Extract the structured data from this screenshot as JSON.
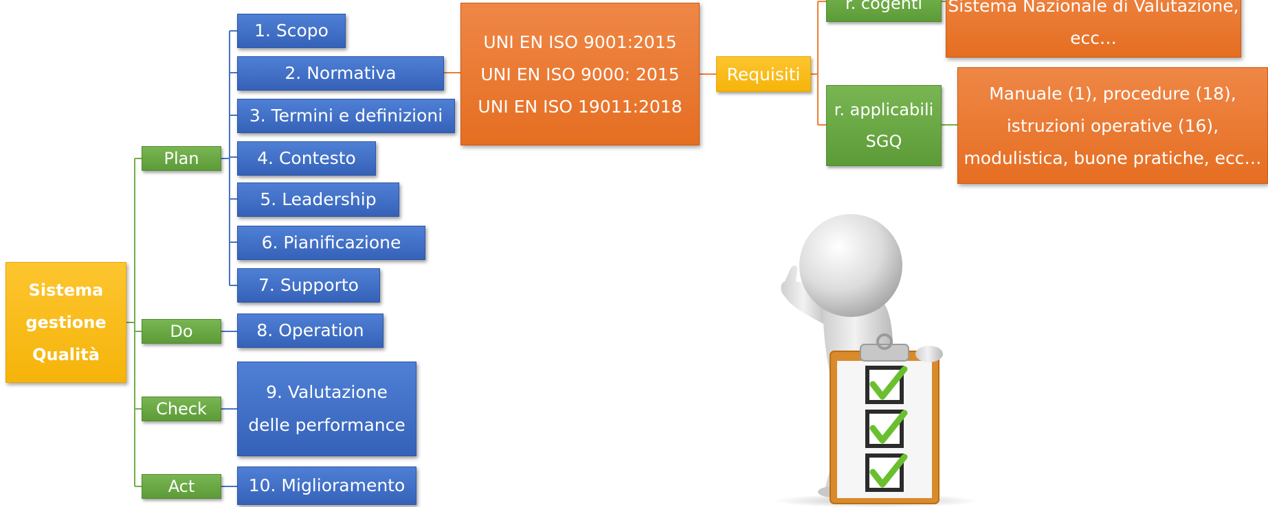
{
  "root": {
    "lines": [
      "Sistema",
      "gestione",
      "Qualità"
    ]
  },
  "phases": {
    "plan": "Plan",
    "do": "Do",
    "check": "Check",
    "act": "Act"
  },
  "clauses": {
    "c1": "1. Scopo",
    "c2": "2. Normativa",
    "c3": "3. Termini e definizioni",
    "c4": "4. Contesto",
    "c5": "5. Leadership",
    "c6": "6. Pianificazione",
    "c7": "7. Supporto",
    "c8": "8. Operation",
    "c9": [
      "9. Valutazione",
      "delle performance"
    ],
    "c10": "10. Miglioramento"
  },
  "standards": [
    "UNI EN ISO 9001:2015",
    "UNI EN ISO 9000: 2015",
    "UNI EN ISO 19011:2018"
  ],
  "requisiti": "Requisiti",
  "cogenti": {
    "label": "r. cogenti",
    "detail": [
      "Sistema Nazionale di Valutazione,",
      "ecc…"
    ]
  },
  "applicabili": {
    "label": [
      "r. applicabili",
      "SGQ"
    ],
    "detail": [
      "Manuale (1), procedure (18),",
      "istruzioni operative (16),",
      "modulistica, buone pratiche, ecc…"
    ]
  },
  "colors": {
    "yellow": "#f8bb1a",
    "green": "#66a63f",
    "blue": "#4270c6",
    "orange": "#e9782f",
    "connector_green": "#70ad47",
    "connector_blue": "#4472c4",
    "connector_orange": "#ed7d31"
  },
  "illustration": {
    "icon": "thumbs-up-checklist-figure"
  }
}
